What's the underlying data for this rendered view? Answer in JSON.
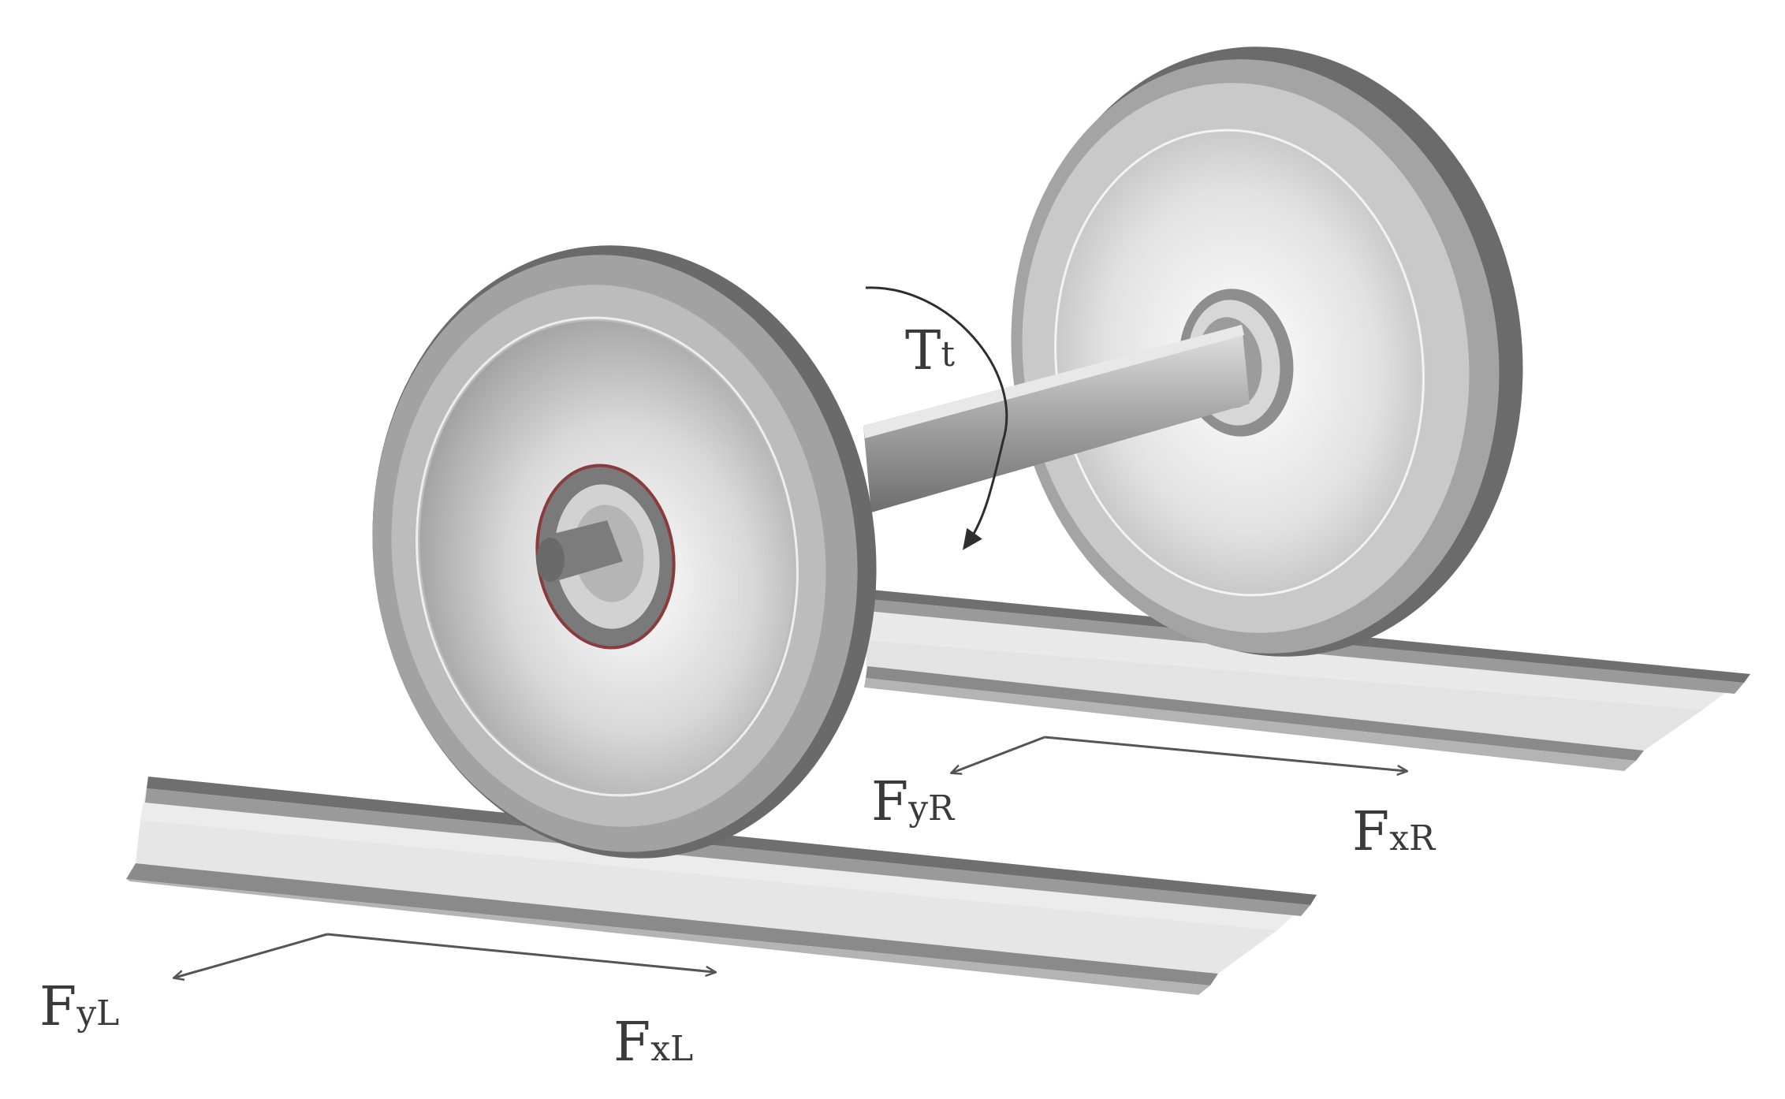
{
  "diagram": {
    "torque_label": {
      "main": "T",
      "sub": "t"
    },
    "forces": {
      "right_lateral": {
        "main": "F",
        "sub": "yR"
      },
      "right_longitudinal": {
        "main": "F",
        "sub": "xR"
      },
      "left_lateral": {
        "main": "F",
        "sub": "yL"
      },
      "left_longitudinal": {
        "main": "F",
        "sub": "xL"
      }
    },
    "colors": {
      "rail_dark": "#6f6f6f",
      "rail_mid": "#9a9a9a",
      "rail_light": "#e6e6e6",
      "wheel_rim_dark": "#6a6a6a",
      "wheel_face": "#cfcfcf",
      "arrow": "#555555",
      "text": "#3a3a3a"
    }
  }
}
